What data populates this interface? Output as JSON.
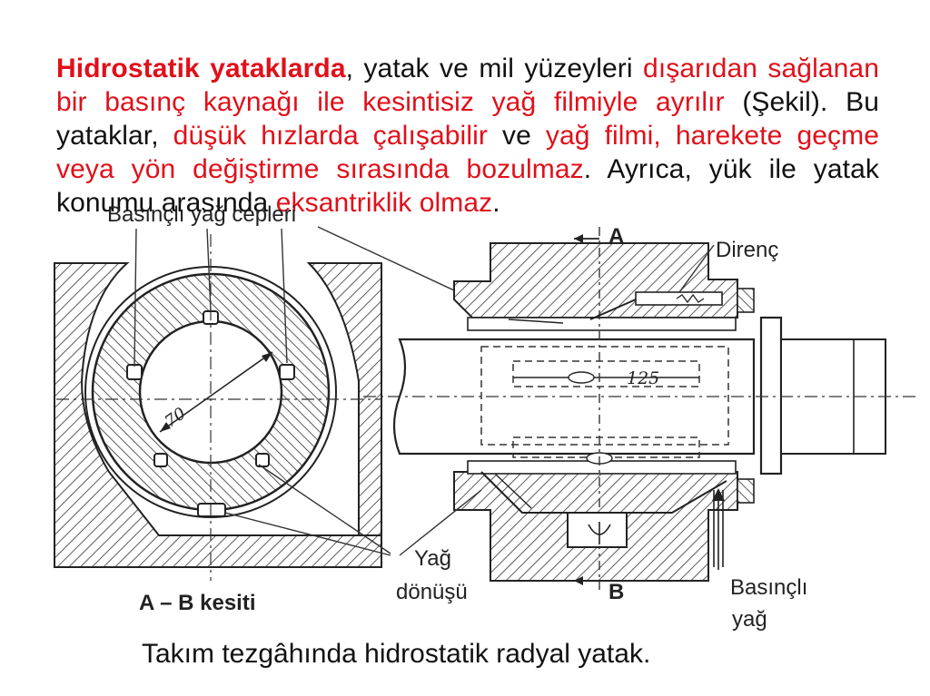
{
  "paragraph": {
    "s1": "Hidrostatik yataklarda",
    "s2": ", yatak ve mil yüzeyleri ",
    "s3": "dışarıdan sağlanan bir basınç kaynağı ile kesintisiz yağ filmiyle ayrılır",
    "s4": " (Şekil). Bu yataklar, ",
    "s5": "düşük hızlarda çalışabilir",
    "s6": " ve ",
    "s7": "yağ filmi, harekete geçme veya yön değiştirme sırasında bozulmaz",
    "s8": ". Ayrıca, yük ile yatak konumu arasında ",
    "s9": "eksantriklik olmaz",
    "s10": "."
  },
  "labels": {
    "pockets": "Basınçlı yağ cepleri",
    "section": "A – B kesiti",
    "a": "A",
    "b": "B",
    "resistance": "Direnç",
    "oil_return_1": "Yağ",
    "oil_return_2": "dönüşü",
    "pressure_oil_1": "Basınçlı",
    "pressure_oil_2": "yağ"
  },
  "dimensions": {
    "diameter": "70",
    "length": "125"
  },
  "caption": "Takım tezgâhında hidrostatik radyal yatak.",
  "colors": {
    "highlight": "#e0101a",
    "text": "#111111"
  }
}
